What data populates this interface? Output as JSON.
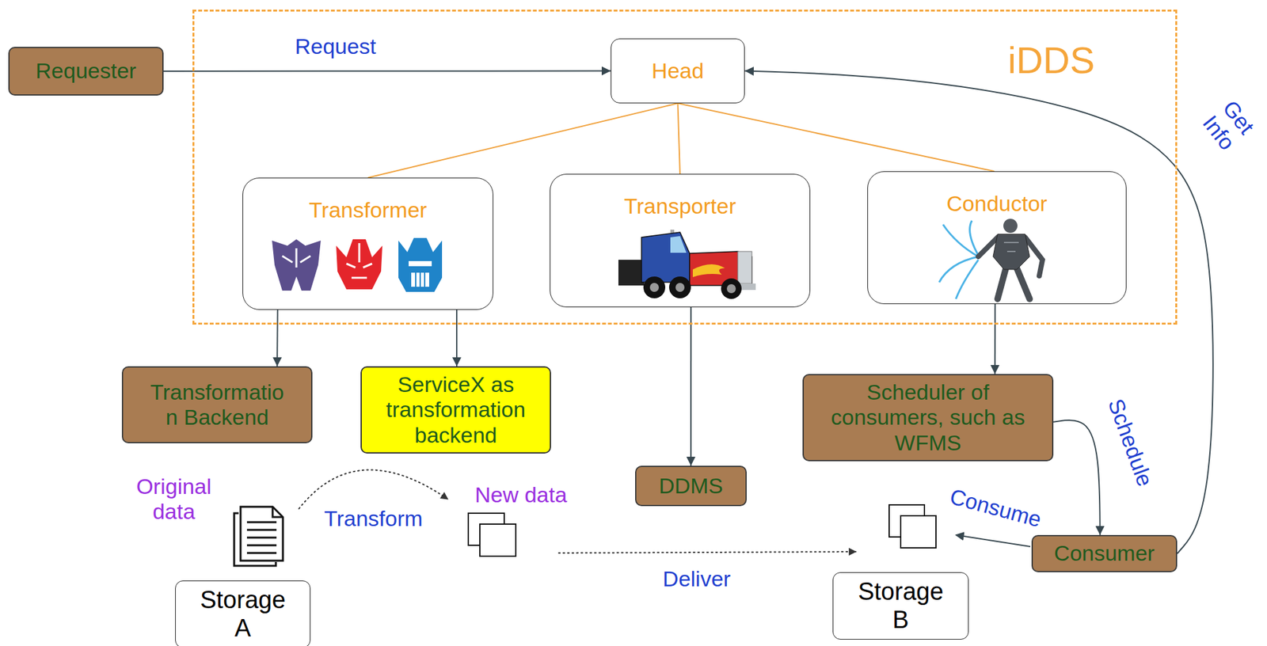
{
  "diagram": {
    "nodes": [
      {
        "text": [
          "Requester"
        ]
      },
      {
        "text": [
          "iDDS"
        ]
      },
      {
        "text": [
          "Head"
        ],
        "in": 1
      },
      {
        "text": [
          "Transformer"
        ],
        "in": 1
      },
      {
        "text": [
          "Transporter"
        ],
        "in": 1
      },
      {
        "text": [
          "Conductor"
        ],
        "in": 1
      },
      {
        "text": [
          "Transformatio n Backend"
        ]
      },
      {
        "text": [
          "ServiceX as transformation backend"
        ]
      },
      {
        "text": [
          "Scheduler of consumers, such as WFMS"
        ]
      },
      {
        "text": [
          "DDMS"
        ]
      },
      {
        "text": [
          "Consumer"
        ]
      },
      {
        "text": [
          "Storage A"
        ]
      },
      {
        "text": [
          "Storage B"
        ]
      }
    ],
    "edges": [
      {
        "from": 0,
        "to": 2,
        "arrow": "to",
        "label": "Request"
      },
      {
        "from": 2,
        "to": 3,
        "arrow": "none"
      },
      {
        "from": 2,
        "to": 4,
        "arrow": "none"
      },
      {
        "from": 2,
        "to": 5,
        "arrow": "none"
      },
      {
        "from": 3,
        "to": 6,
        "arrow": "to"
      },
      {
        "from": 3,
        "to": 7,
        "arrow": "to"
      },
      {
        "from": 4,
        "to": 9,
        "arrow": "to"
      },
      {
        "from": 5,
        "to": 8,
        "arrow": "to"
      },
      {
        "from": 8,
        "to": 10,
        "arrow": "to",
        "label": "Schedule"
      },
      {
        "from": 10,
        "to": 2,
        "arrow": "to",
        "label": "Get Info"
      }
    ],
    "labels": [
      "Original data",
      "Transform",
      "New data",
      "Deliver",
      "Consume"
    ]
  }
}
